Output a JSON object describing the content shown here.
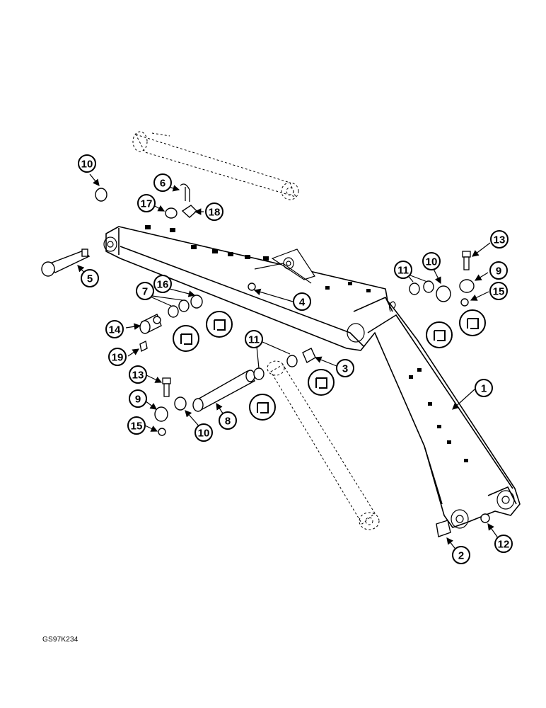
{
  "figure_code": "GS97K234",
  "callouts": [
    {
      "label": "10"
    },
    {
      "label": "6"
    },
    {
      "label": "17"
    },
    {
      "label": "18"
    },
    {
      "label": "5"
    },
    {
      "label": "13"
    },
    {
      "label": "11"
    },
    {
      "label": "10"
    },
    {
      "label": "9"
    },
    {
      "label": "15"
    },
    {
      "label": "7"
    },
    {
      "label": "16"
    },
    {
      "label": "4"
    },
    {
      "label": "14"
    },
    {
      "label": "19"
    },
    {
      "label": "11"
    },
    {
      "label": "3"
    },
    {
      "label": "13"
    },
    {
      "label": "9"
    },
    {
      "label": "15"
    },
    {
      "label": "10"
    },
    {
      "label": "8"
    },
    {
      "label": "1"
    },
    {
      "label": "2"
    },
    {
      "label": "12"
    }
  ]
}
